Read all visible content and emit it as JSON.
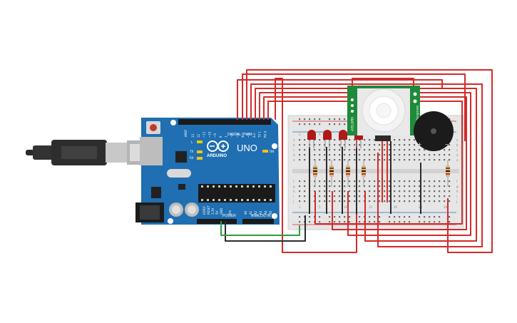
{
  "arduino": {
    "brand": "ARDUINO",
    "model": "UNO",
    "digital_label": "DIGITAL (PWM~)",
    "power_label": "POWER",
    "analog_label": "ANALOG IN",
    "ioref_label": "IOREF",
    "reset_label": "RESET",
    "v33_label": "3.3V",
    "v5_label": "5V",
    "gnd_label": "GND",
    "vin_label": "Vin",
    "aref_label": "AREF",
    "on_label": "ON",
    "l_label": "L",
    "tx_label": "TX",
    "rx_label": "RX",
    "digital_pins": [
      "13",
      "12",
      "~11",
      "~10",
      "~9",
      "8",
      "7",
      "~6",
      "~5",
      "4",
      "~3",
      "2",
      "TX 1",
      "RX 0"
    ],
    "analog_pins": [
      "A0",
      "A1",
      "A2",
      "A3",
      "A4",
      "A5"
    ]
  },
  "pir": {
    "label_left": "VBATTERY",
    "label_right": "Sensitivity"
  },
  "buzzer": {
    "plus": "+",
    "minus": "−"
  },
  "breadboard": {
    "row_letters_top": [
      "a",
      "b",
      "c",
      "d",
      "e"
    ],
    "row_letters_bottom": [
      "f",
      "g",
      "h",
      "i",
      "j"
    ],
    "column_numbers": [
      "1",
      "5",
      "10",
      "15",
      "20",
      "25",
      "30"
    ]
  },
  "colors": {
    "board": "#1f6fb2",
    "wire_red": "#d32a2a",
    "wire_black": "#2b2b2b",
    "wire_green": "#2e9e3e",
    "pir_board": "#1f8a3a",
    "led": "#b01818"
  }
}
